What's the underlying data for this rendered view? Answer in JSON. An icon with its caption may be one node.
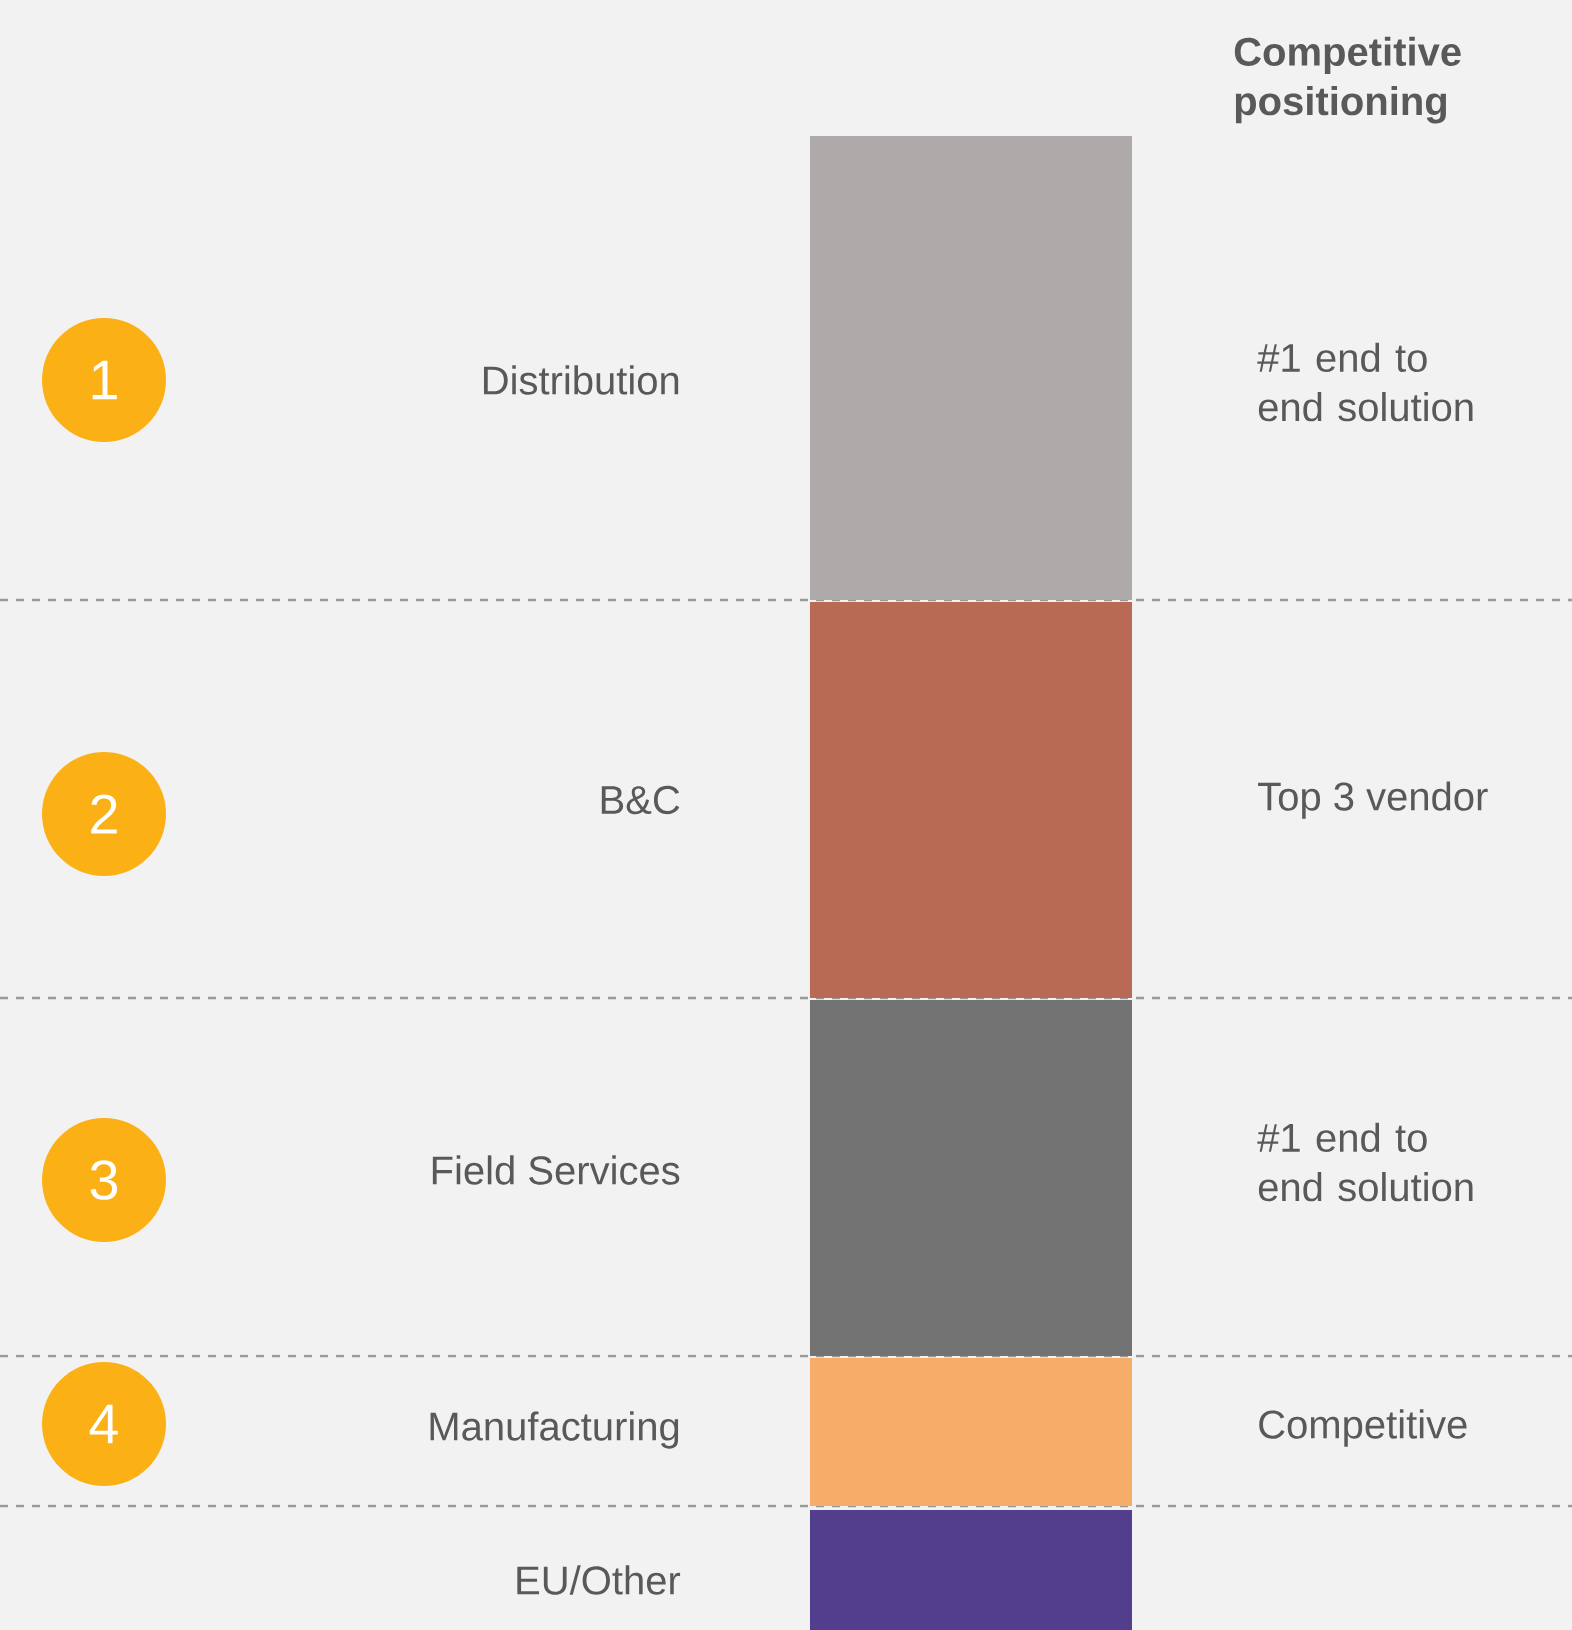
{
  "diagram": {
    "nodes": [
      {
        "text": [
          "1"
        ]
      },
      {
        "text": [
          "2"
        ]
      },
      {
        "text": [
          "3"
        ]
      },
      {
        "text": [
          "4"
        ]
      },
      {
        "text": [],
        "shape": "bar"
      },
      {
        "text": [],
        "shape": "bar"
      },
      {
        "text": [],
        "shape": "bar"
      },
      {
        "text": [],
        "shape": "bar"
      },
      {
        "text": [],
        "shape": "bar"
      }
    ],
    "edges": [],
    "labels": [
      "Competitive positioning",
      "Distribution",
      "#1 end to end solution",
      "B&C",
      "Top 3 vendor",
      "Field Services",
      "#1 end to end solution",
      "Manufacturing",
      "Competitive",
      "EU/Other"
    ]
  }
}
